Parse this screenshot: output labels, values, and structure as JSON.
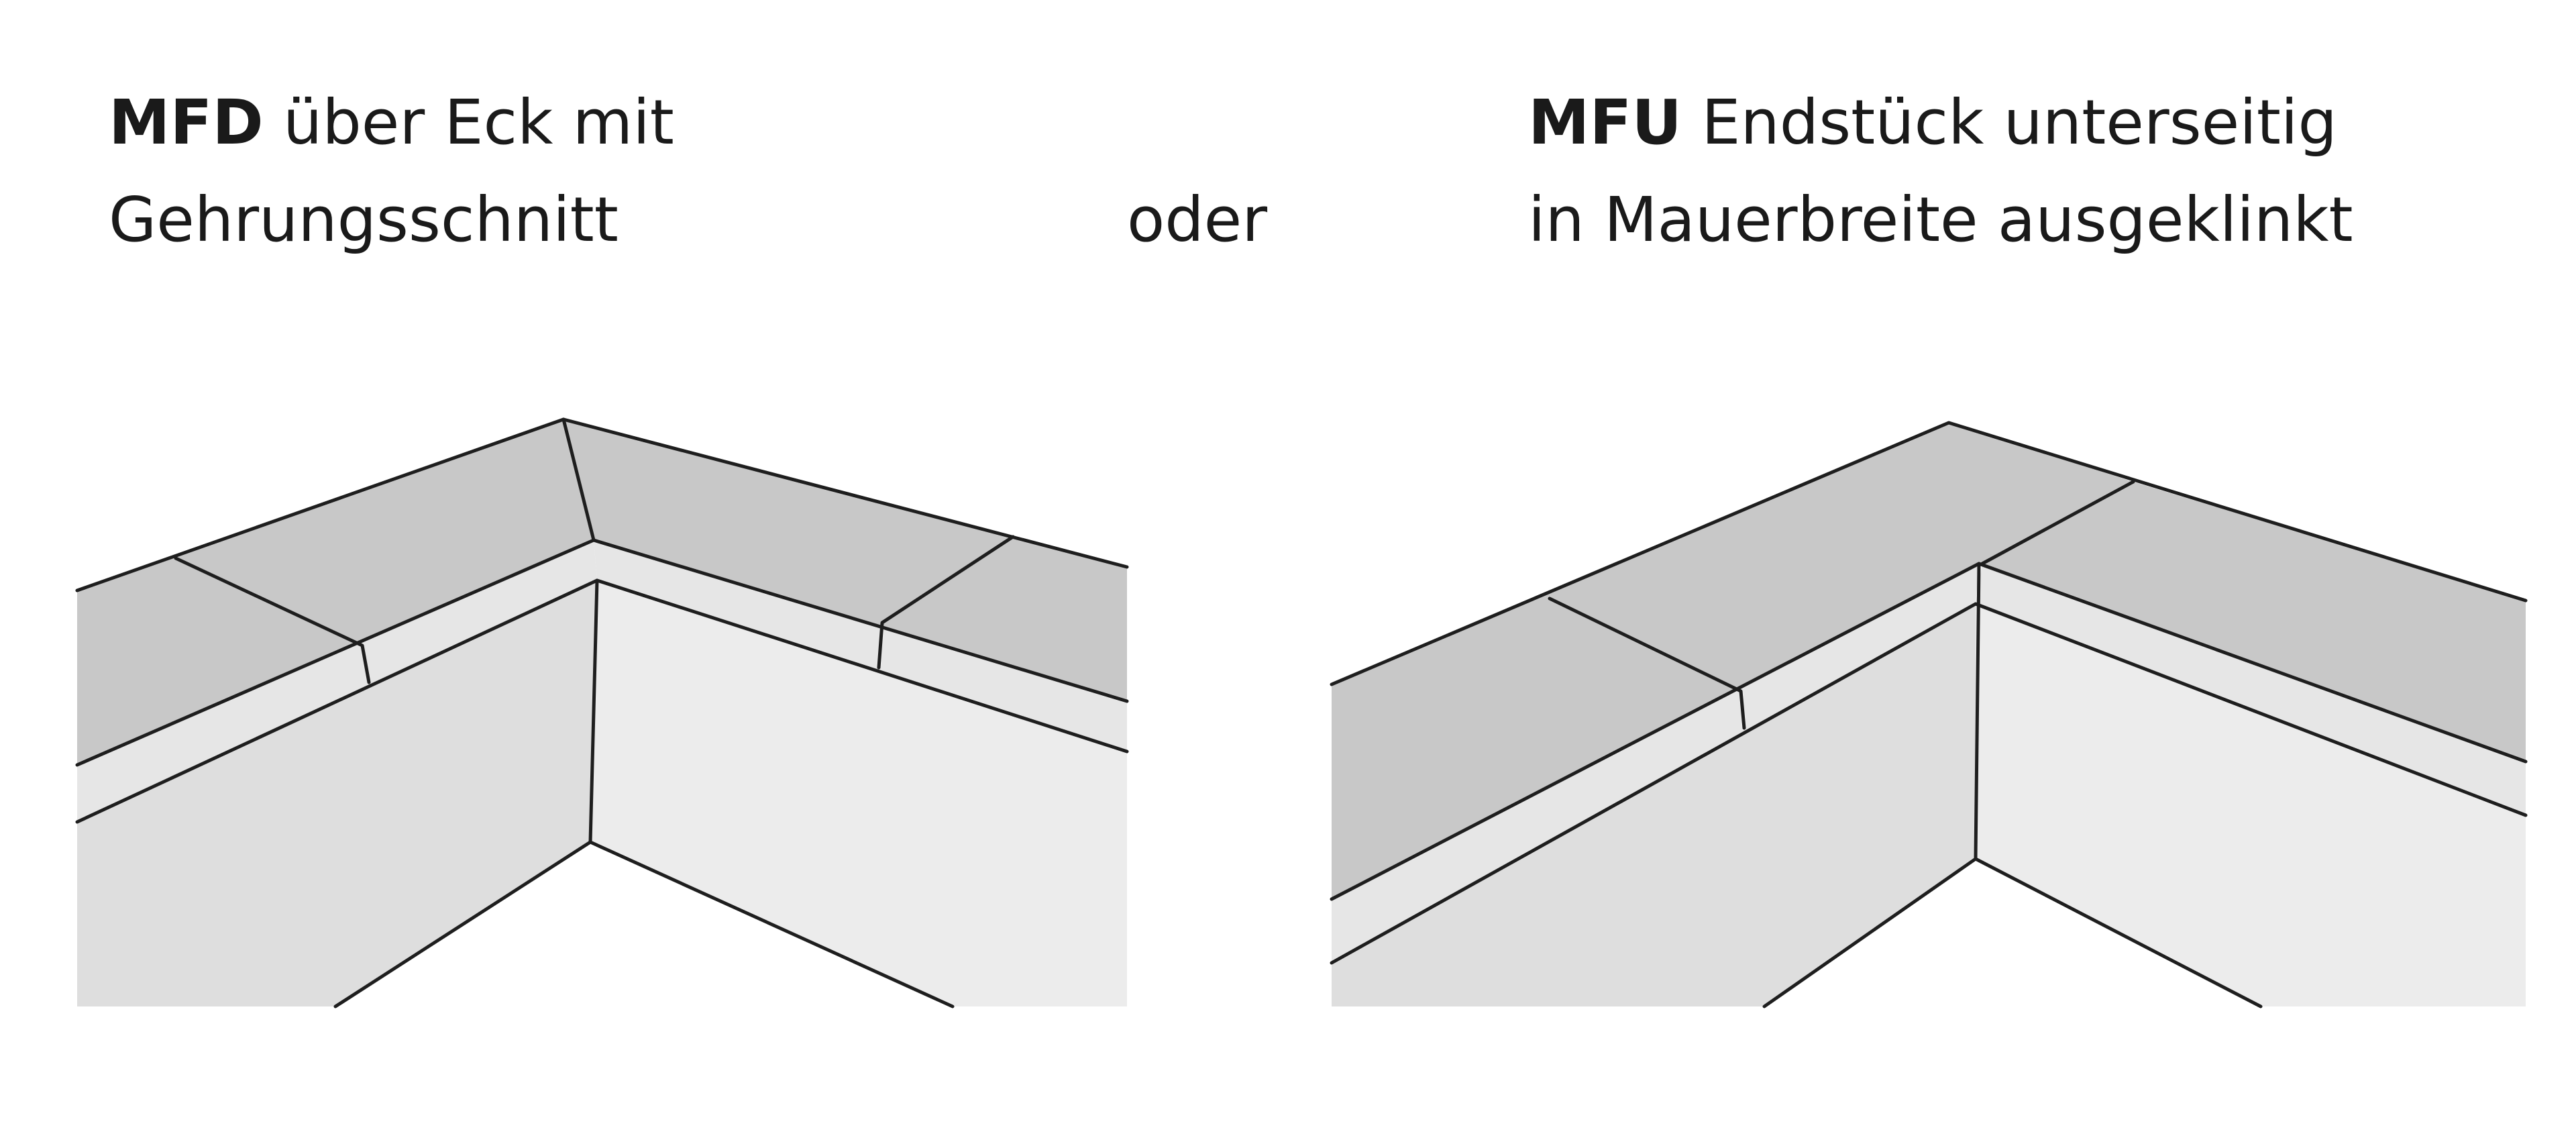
{
  "left": {
    "code": "MFD",
    "line1_rest": " über Eck mit",
    "line2": "Gehrungsschnitt"
  },
  "separator": "oder",
  "right": {
    "code": "MFU",
    "line1_rest": " Endstück unterseitig",
    "line2": "in Mauerbreite ausgeklinkt"
  },
  "colors": {
    "cap_top": "#c8c8c8",
    "cap_front": "#e6e6e6",
    "wall_left": "#dedede",
    "wall_right": "#ececec",
    "ground": "#f7f7f7",
    "outline": "#1e1e1e"
  }
}
